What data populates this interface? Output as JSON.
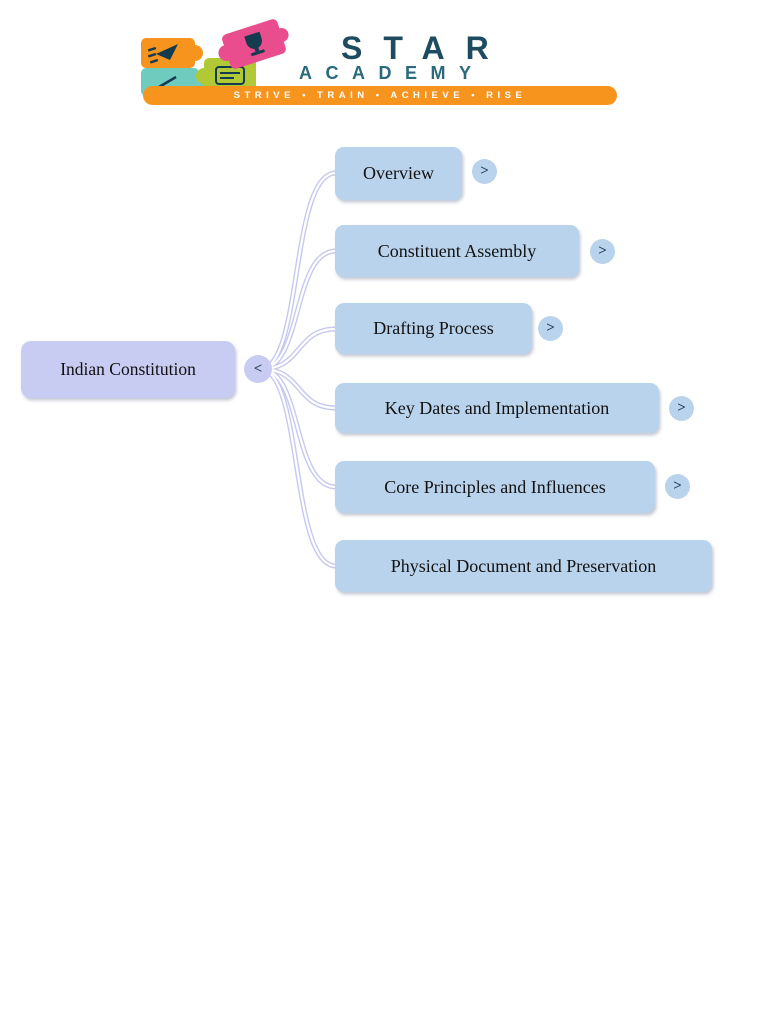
{
  "logo": {
    "title": "STAR",
    "subtitle": "ACADEMY",
    "tagline": "STRIVE  •  TRAIN  •  ACHIEVE  •  RISE"
  },
  "mindmap": {
    "root": {
      "label": "Indian Constitution",
      "toggle": "<"
    },
    "children": [
      {
        "label": "Overview",
        "toggle": ">"
      },
      {
        "label": "Constituent Assembly",
        "toggle": ">"
      },
      {
        "label": "Drafting Process",
        "toggle": ">"
      },
      {
        "label": "Key Dates and Implementation",
        "toggle": ">"
      },
      {
        "label": "Core Principles and Influences",
        "toggle": ">"
      },
      {
        "label": "Physical Document and Preservation"
      }
    ]
  },
  "colors": {
    "root-fill": "#c9ccf2",
    "child-fill": "#b9d3ec",
    "connector": "#c7c8ef",
    "toggle-glyph": "#1b3a55",
    "node-text": "#111111",
    "logo-navy": "#1d4b5f",
    "logo-teal-text": "#2a6a7c",
    "banner-orange": "#f7941e",
    "piece-orange": "#f7941e",
    "piece-pink": "#e94d8d",
    "piece-teal": "#6fcbbd",
    "piece-lime": "#b2c937",
    "icon-ink": "#143b4e"
  }
}
